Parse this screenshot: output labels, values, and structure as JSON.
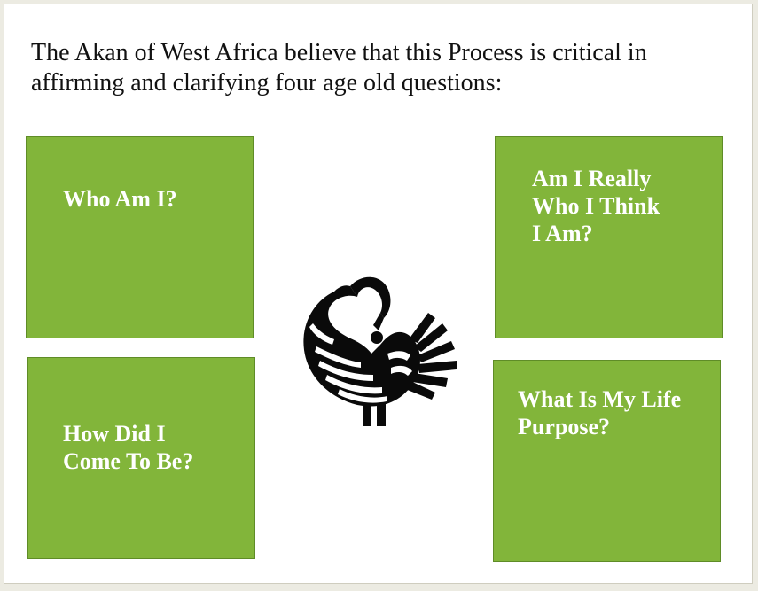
{
  "slide": {
    "title": "The Akan of West Africa believe that this Process is critical in affirming and clarifying four age old questions:"
  },
  "questions": [
    "Who Am I?",
    "Am I Really\nWho I Think\nI Am?",
    "How Did I\nCome To Be?",
    "What Is My Life\nPurpose?"
  ],
  "colors": {
    "box_fill": "#82b53a",
    "box_text": "#ffffff",
    "symbol": "#0a0a0a"
  },
  "symbol": {
    "icon": "sankofa-bird-icon"
  }
}
